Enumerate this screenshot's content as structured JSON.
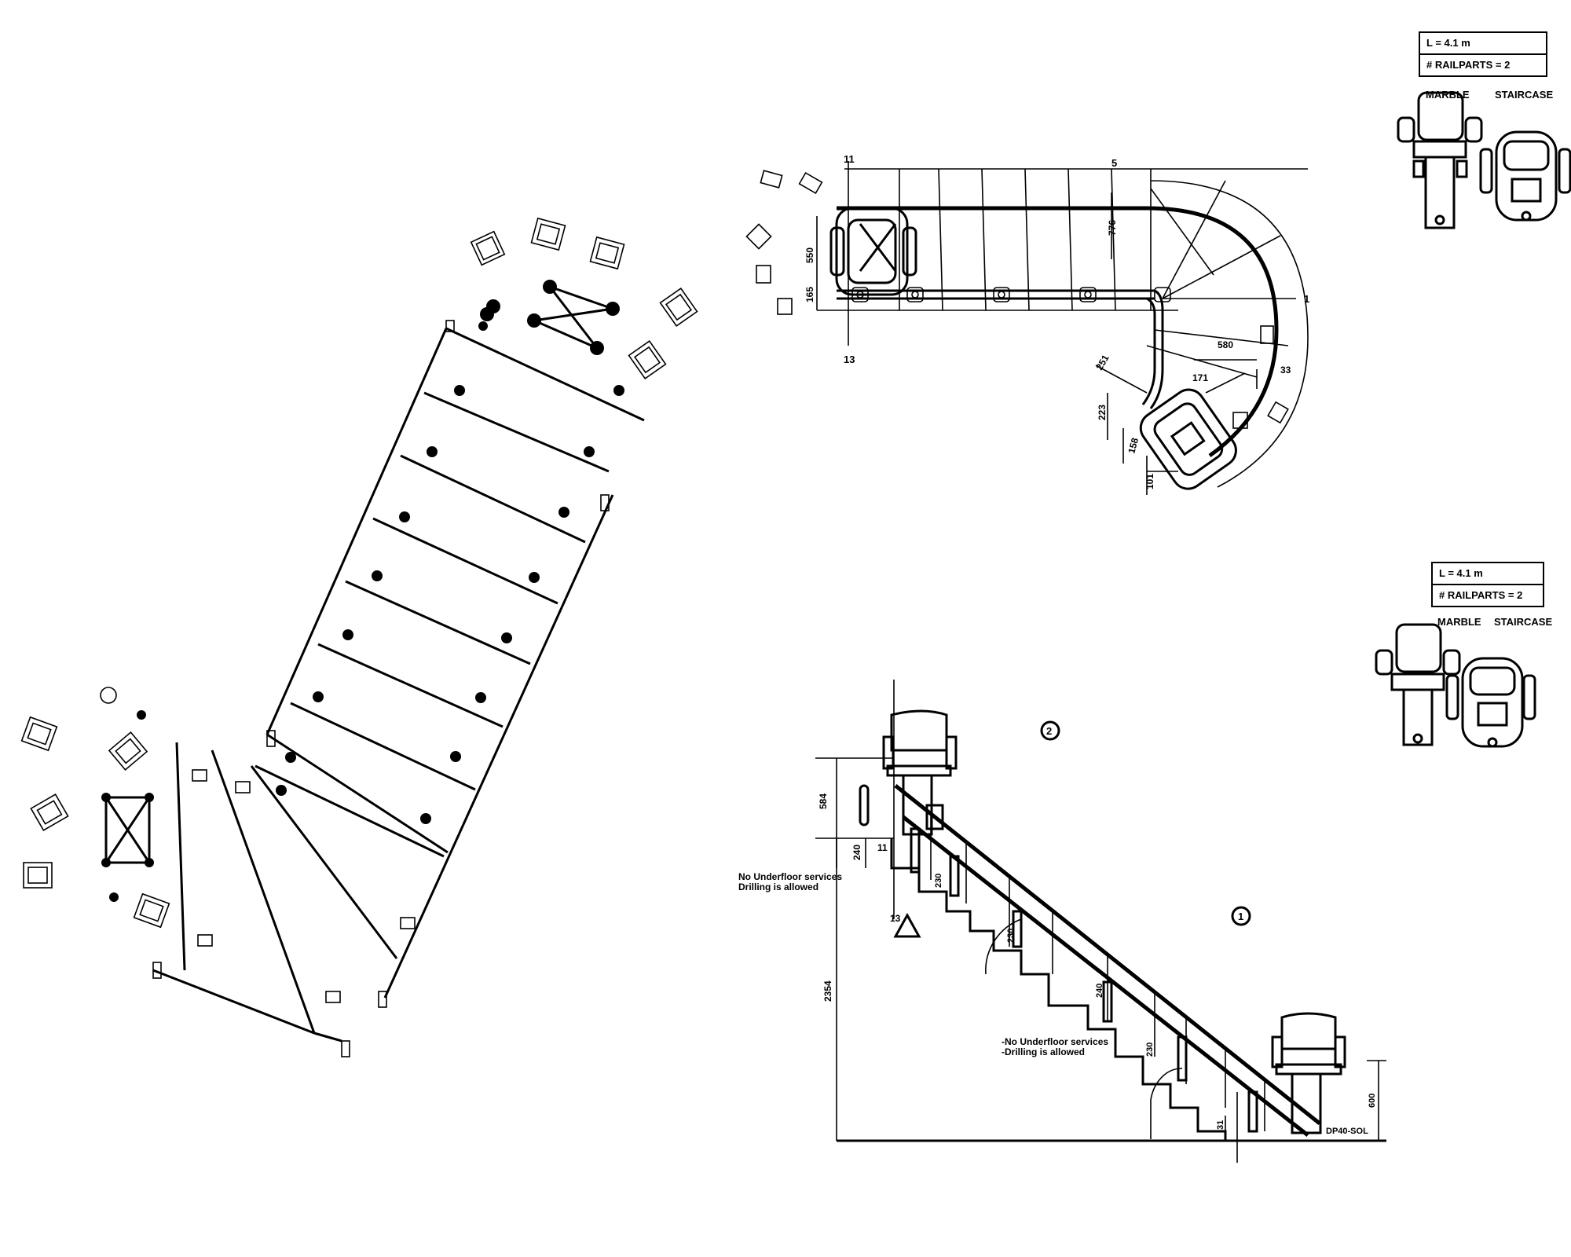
{
  "top_view": {
    "info_box": {
      "length": "L = 4.1 m",
      "railparts": "# RAILPARTS = 2"
    },
    "labels": {
      "left": "MARBLE",
      "right": "STAIRCASE"
    },
    "dimensions": [
      "11",
      "5",
      "776",
      "550",
      "165",
      "13",
      "1",
      "580",
      "171",
      "33",
      "251",
      "223",
      "158",
      "101"
    ]
  },
  "side_view": {
    "info_box": {
      "length": "L = 4.1 m",
      "railparts": "# RAILPARTS = 2"
    },
    "labels": {
      "left": "MARBLE",
      "right": "STAIRCASE"
    },
    "markers": [
      "2",
      "1"
    ],
    "notes": {
      "upper": "No Underfloor services\nDrilling is allowed",
      "lower": "-No Underfloor services\n-Drilling is allowed"
    },
    "dimensions": [
      "584",
      "240",
      "11",
      "2354",
      "13",
      "230",
      "230",
      "240",
      "230",
      "600",
      "31"
    ],
    "part_code": "DP40-SOL"
  }
}
